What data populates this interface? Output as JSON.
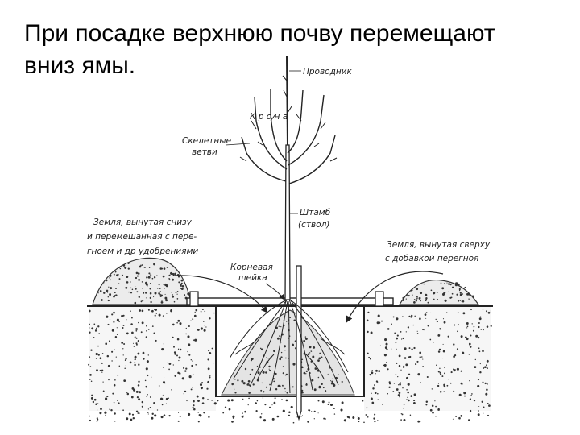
{
  "slide": {
    "title": "При посадке верхнюю почву перемещают\nвниз ямы."
  },
  "diagram": {
    "labels": {
      "leader": "Проводник",
      "crown": "К р о н а",
      "skeletal_1": "Скелетные",
      "skeletal_2": "ветви",
      "trunk_1": "Штамб",
      "trunk_2": "(ствол)",
      "root_neck_1": "Корневая",
      "root_neck_2": "шейка",
      "left_soil_1": "Земля, вынутая снизу",
      "left_soil_2": "и перемешанная с пере-",
      "left_soil_3": "гноем и др удобрениями",
      "right_soil_1": "Земля, вынутая сверху",
      "right_soil_2": "с добавкой перегноя"
    },
    "colors": {
      "ink": "#222222",
      "paper": "#ffffff"
    }
  }
}
